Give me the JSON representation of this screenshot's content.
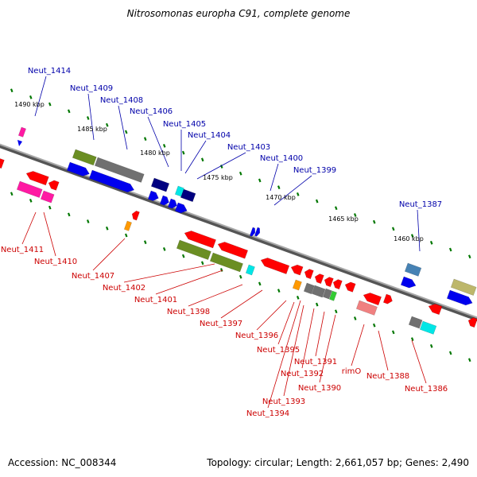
{
  "title": "Nitrosomonas europha C91, complete genome",
  "footer": {
    "accession_label": "Accession:",
    "accession": "NC_008344",
    "topology_label": "Topology:",
    "topology": "circular;",
    "length_label": "Length:",
    "length": "2,661,057 bp;",
    "genes_label": "Genes:",
    "genes": "2,490"
  },
  "ruler": [
    "1490 kbp",
    "1485 kbp",
    "1480 kbp",
    "1475 kbp",
    "1470 kbp",
    "1465 kbp",
    "1460 kbp"
  ],
  "forward_labels": [
    "Neut_1414",
    "Neut_1409",
    "Neut_1408",
    "Neut_1406",
    "Neut_1405",
    "Neut_1404",
    "Neut_1403",
    "Neut_1400",
    "Neut_1399",
    "Neut_1387"
  ],
  "reverse_labels": [
    "Neut_1411",
    "Neut_1410",
    "Neut_1407",
    "Neut_1402",
    "Neut_1401",
    "Neut_1398",
    "Neut_1397",
    "Neut_1396",
    "Neut_1395",
    "Neut_1391",
    "Neut_1392",
    "Neut_1390",
    "Neut_1393",
    "Neut_1394",
    "rimO",
    "Neut_1388",
    "Neut_1386"
  ],
  "colors": {
    "forward_label": "#0000aa",
    "reverse_label": "#cc0000",
    "backbone": "#808080",
    "ruler_tick": "#007700",
    "gene_red": "#ff0000",
    "gene_blue": "#0000ee",
    "gene_green": "#6b8e23",
    "gene_gray": "#707070",
    "gene_cyan": "#00e6e6",
    "gene_magenta": "#ff1aa3",
    "gene_navy": "#000080",
    "gene_orange": "#ff9900",
    "gene_steel": "#4682b4",
    "gene_khaki": "#bdb76b",
    "gene_salmon": "#f08080",
    "gene_lime": "#33cc33"
  }
}
